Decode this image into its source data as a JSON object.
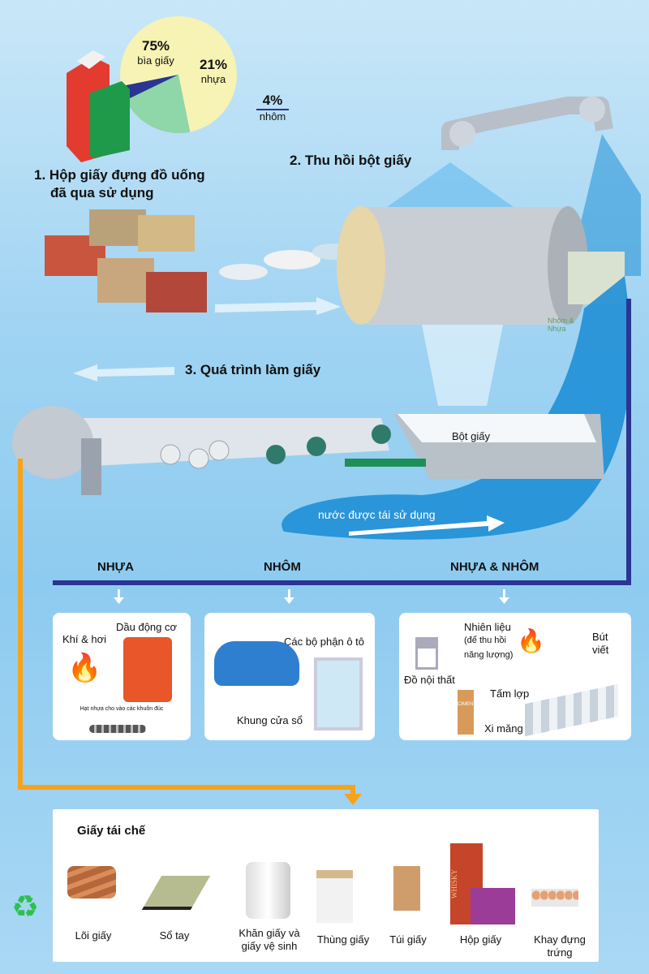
{
  "chart_data": {
    "type": "pie",
    "title": "",
    "slices": [
      {
        "label": "bìa giấy",
        "value": 75,
        "display": "75%",
        "color": "#f7f3b4"
      },
      {
        "label": "nhựa",
        "value": 21,
        "display": "21%",
        "color": "#8fd6a8"
      },
      {
        "label": "nhôm",
        "value": 4,
        "display": "4%",
        "color": "#2b3591"
      }
    ]
  },
  "steps": {
    "step1": {
      "line1": "1. Hộp giấy đựng đồ uống",
      "line2": "đã qua sử dụng"
    },
    "step2": "2. Thu hồi bột giấy",
    "step3": "3. Quá trình làm giấy"
  },
  "labels": {
    "pulp": "Bột giấy",
    "reused_water": "nước được tái sử dụng",
    "al_plastic": "Nhôm & Nhựa"
  },
  "categories": {
    "plastic": {
      "title": "NHỰA",
      "items": [
        "Khí & hơi",
        "Dầu động cơ",
        "Hạt nhựa cho vào các khuôn đúc"
      ]
    },
    "aluminium": {
      "title": "NHÔM",
      "items": [
        "Các bộ phận ô tô",
        "Khung cửa sổ"
      ]
    },
    "both": {
      "title": "NHỰA & NHÔM",
      "items": [
        "Nhiên liệu",
        "(để thu hồi",
        "năng lượng)",
        "Bút",
        "viết",
        "Đồ nội thất",
        "Tấm lợp",
        "Xi măng"
      ]
    }
  },
  "recycled": {
    "title": "Giấy tái chế",
    "items": [
      "Lõi giấy",
      "Sổ tay",
      "Khăn giấy và giấy vệ sinh",
      "Thùng giấy",
      "Túi giấy",
      "Hộp giấy",
      "Khay đựng trứng"
    ],
    "whisky": "WHISKY",
    "ciment": "CIMENT"
  },
  "colors": {
    "navy": "#2b3591",
    "orange": "#f7a21b",
    "water": "#1f8fd6"
  }
}
